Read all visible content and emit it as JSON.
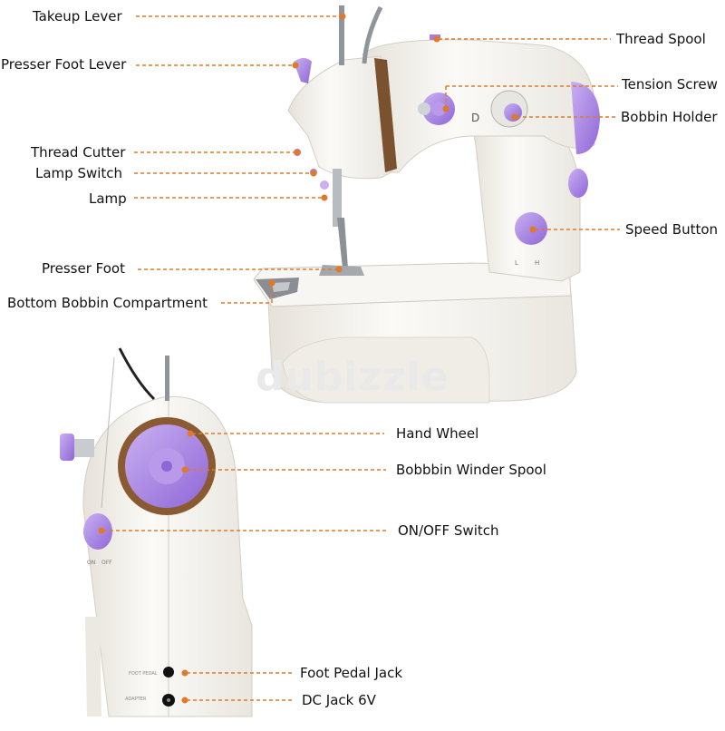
{
  "watermark": "dubizzle",
  "colors": {
    "accent": "#a57fe0",
    "leader": "#e07a2a",
    "body": "#f5f3ee",
    "steel": "#9aa0a6"
  },
  "labels": {
    "takeup_lever": "Takeup Lever",
    "presser_foot_lever": "Presser Foot Lever",
    "thread_cutter": "Thread Cutter",
    "lamp_switch": "Lamp Switch",
    "lamp": "Lamp",
    "presser_foot": "Presser Foot",
    "bottom_bobbin": "Bottom Bobbin Compartment",
    "thread_spool": "Thread Spool",
    "tension_screw": "Tension Screw",
    "bobbin_holder": "Bobbin Holder",
    "speed_button": "Speed Button",
    "hand_wheel": "Hand Wheel",
    "bobbin_winder": "Bobbbin Winder Spool",
    "on_off": "ON/OFF Switch",
    "foot_pedal_jack": "Foot Pedal Jack",
    "dc_jack": "DC Jack 6V"
  },
  "machine_marks": {
    "speed_low": "L",
    "speed_high": "H",
    "switch_on": "ON",
    "switch_off": "OFF",
    "foot_pedal": "FOOT PEDAL",
    "adapter": "ADAPTER"
  }
}
